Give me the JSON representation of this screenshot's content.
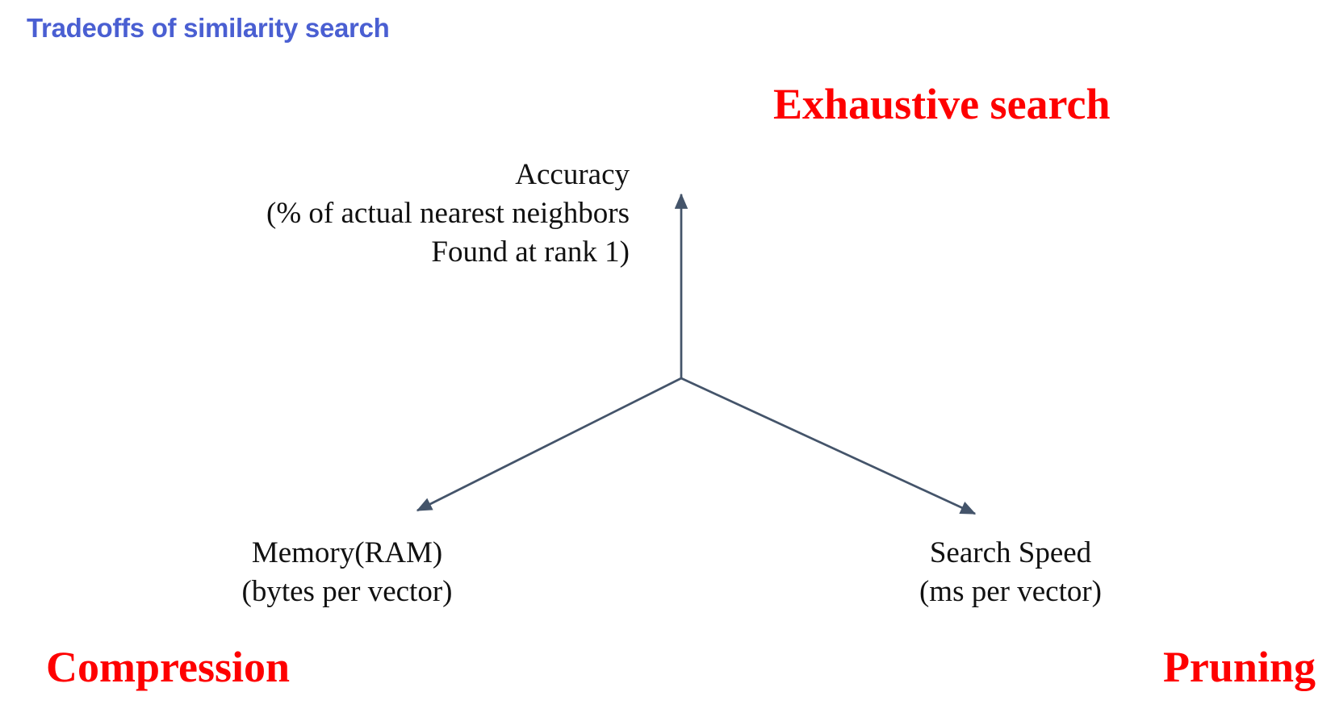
{
  "slide": {
    "title": "Tradeoffs of similarity search"
  },
  "corner_labels": {
    "top_right": "Exhaustive search",
    "bottom_left": "Compression",
    "bottom_right": "Pruning"
  },
  "axes": {
    "accuracy": {
      "line1": "Accuracy",
      "line2": "(% of actual nearest neighbors",
      "line3": "Found at rank 1)"
    },
    "memory": {
      "line1": "Memory(RAM)",
      "line2": "(bytes per vector)"
    },
    "speed": {
      "line1": "Search Speed",
      "line2": "(ms per vector)"
    }
  },
  "colors": {
    "title_blue": "#4a5fd2",
    "emphasis_red": "#fe0000",
    "axis_slate": "#44546a",
    "label_black": "#111111",
    "background": "#ffffff"
  }
}
